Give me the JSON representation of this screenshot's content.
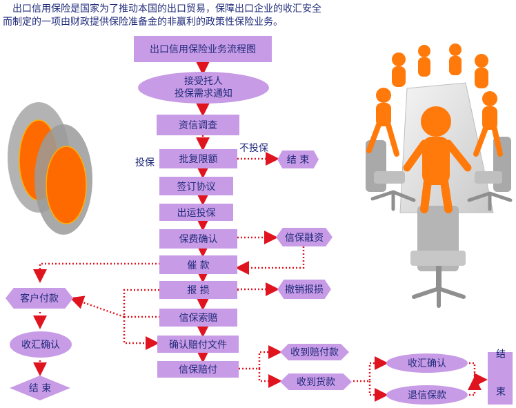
{
  "intro": "出口信用保险是国家为了推动本国的出口贸易，保障出口企业的收汇安全而制定的一项由财政提供保险准备金的非赢利的政策性保险业务。",
  "nodes": {
    "title": "出口信用保险业务流程图",
    "accept_line1": "接受托人",
    "accept_line2": "投保需求通知",
    "credit_check": "资信调查",
    "approve_limit": "批复限额",
    "end1": "结 束",
    "sign": "签订协议",
    "ship": "出运投保",
    "premium": "保费确认",
    "finance": "信保融资",
    "urge": "催 款",
    "report": "报 损",
    "cancel": "撤销报损",
    "claim": "信保索赔",
    "confirm_docs": "确认赔付文件",
    "pay": "信保赔付",
    "recv_comp": "收到赔付款",
    "recv_goods": "收到货款",
    "collect_confirm": "收汇确认",
    "refund": "退信保款",
    "end_right": "结 束",
    "client_pay": "客户付款",
    "collect_confirm_left": "收汇确认",
    "end_left": "结 束"
  },
  "labels": {
    "insure": "投保",
    "no_insure": "不投保"
  },
  "colors": {
    "node_fill": "#c89be6",
    "text": "#1f2a7a",
    "arrow": "#e0141e",
    "orange": "#ff6a00"
  }
}
